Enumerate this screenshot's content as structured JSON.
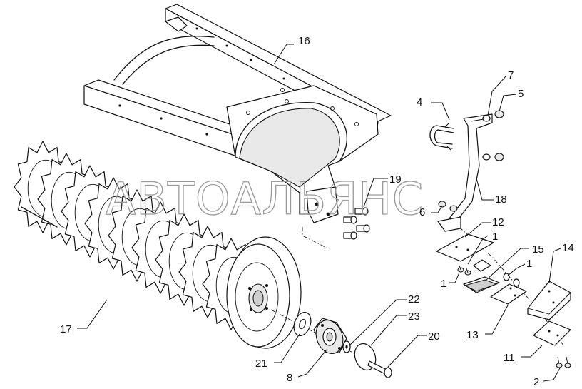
{
  "watermark": "АВТОАЛЬЯНС",
  "callouts": {
    "c16": "16",
    "c4": "4",
    "c7": "7",
    "c5": "5",
    "c19": "19",
    "c18": "18",
    "c6": "6",
    "c12": "12",
    "c1a": "1",
    "c15": "15",
    "c1b": "1",
    "c14": "14",
    "c1c": "1",
    "c13": "13",
    "c22": "22",
    "c23": "23",
    "c20": "20",
    "c17": "17",
    "c21": "21",
    "c8": "8",
    "c11": "11",
    "c2": "2"
  }
}
